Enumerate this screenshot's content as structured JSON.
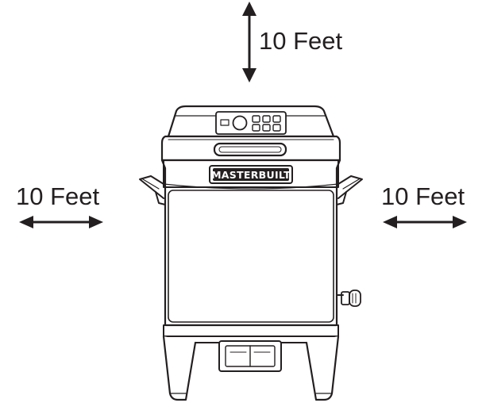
{
  "clearance": {
    "top_label": "10 Feet",
    "left_label": "10 Feet",
    "right_label": "10 Feet"
  },
  "appliance": {
    "brand": "MASTERBUILT"
  },
  "colors": {
    "line": "#231f20",
    "background": "#ffffff"
  }
}
